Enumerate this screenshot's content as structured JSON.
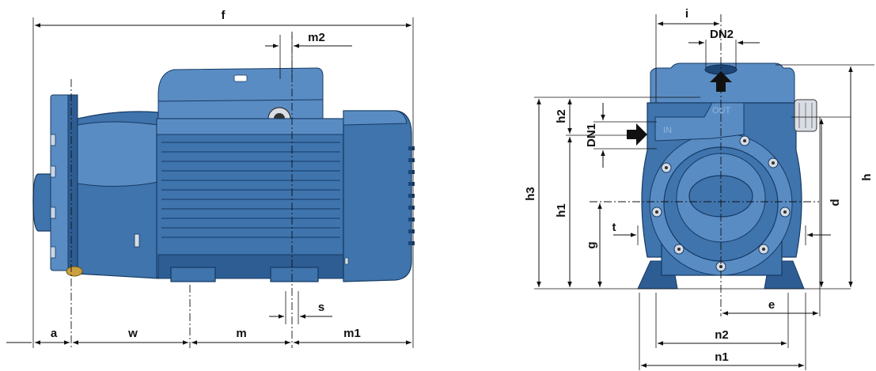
{
  "side_view": {
    "labels": {
      "f": "f",
      "m2": "m2",
      "a": "a",
      "w": "w",
      "m": "m",
      "m1": "m1",
      "s": "s"
    }
  },
  "front_view": {
    "labels": {
      "i": "i",
      "dn2": "DN2",
      "dn1": "DN1",
      "h2": "h2",
      "h3": "h3",
      "h1": "h1",
      "g": "g",
      "t": "t",
      "d": "d",
      "h": "h",
      "e": "e",
      "n2": "n2",
      "n1": "n1",
      "port_in": "IN",
      "port_out": "OUT"
    }
  },
  "colors": {
    "pump_body": "#3f74ad",
    "pump_highlight": "#5a8cc4",
    "pump_shadow": "#2d5d93",
    "dimension_lines": "#111111"
  }
}
